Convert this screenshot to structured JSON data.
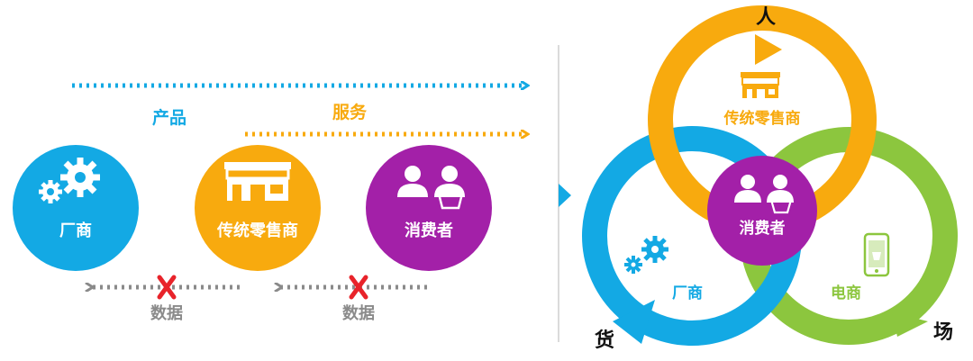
{
  "left_panel": {
    "flow_product_label": "产品",
    "flow_service_label": "服务",
    "data_label_1": "数据",
    "data_label_2": "数据",
    "nodes": {
      "manufacturer": "厂商",
      "retailer": "传统零售商",
      "consumer": "消费者"
    }
  },
  "right_panel": {
    "outer_labels": {
      "people": "人",
      "goods": "货",
      "place": "场"
    },
    "ring_labels": {
      "retailer": "传统零售商",
      "manufacturer": "厂商",
      "ecommerce": "电商",
      "consumer": "消费者"
    }
  },
  "colors": {
    "blue": "#13A9E4",
    "orange": "#F8AA0E",
    "green": "#8CC63E",
    "purple": "#A320A8",
    "gray": "#8A8A8A",
    "red": "#E8232A"
  }
}
